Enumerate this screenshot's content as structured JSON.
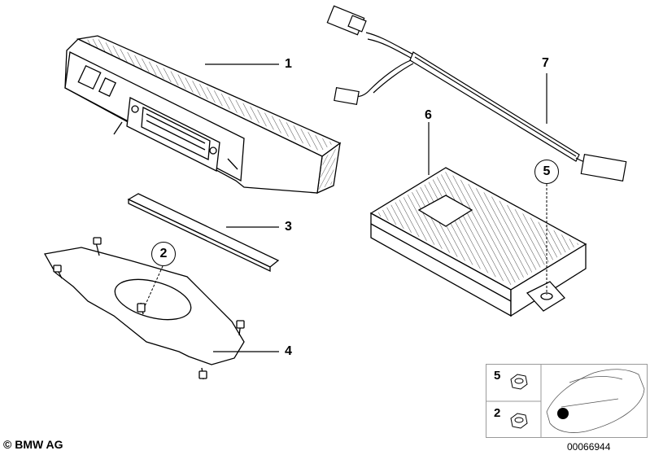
{
  "callouts": {
    "part1": "1",
    "part2": "2",
    "part3": "3",
    "part4": "4",
    "part5": "5",
    "part6": "6",
    "part7": "7"
  },
  "legend": {
    "row1_num": "5",
    "row2_num": "2"
  },
  "footer": {
    "copyright": "© BMW AG",
    "doc_number": "00066944"
  }
}
